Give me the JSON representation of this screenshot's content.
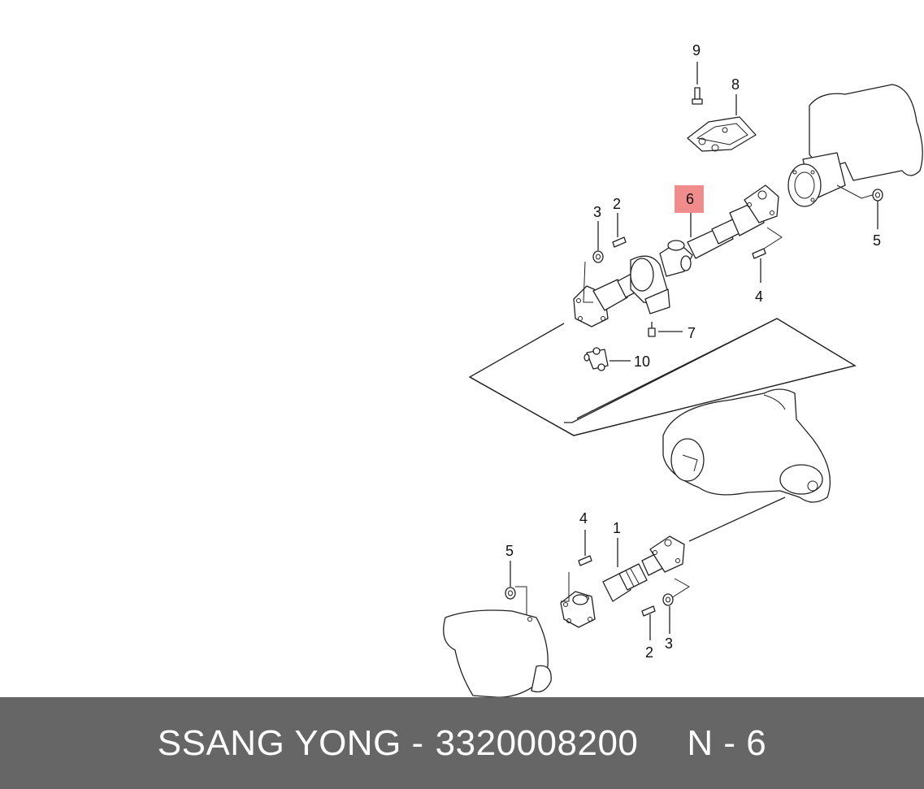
{
  "callouts": {
    "c1": "1",
    "c2_top": "2",
    "c2_bottom": "2",
    "c3_top": "3",
    "c3_bottom": "3",
    "c4_top": "4",
    "c4_bottom": "4",
    "c5_top": "5",
    "c5_bottom": "5",
    "c6": "6",
    "c7": "7",
    "c8": "8",
    "c9": "9",
    "c10": "10"
  },
  "highlight_color": "#f08c8c",
  "footer": {
    "brand": "SSANG YONG -",
    "part_number": "3320008200",
    "reference": "N - 6",
    "background": "#666666"
  }
}
